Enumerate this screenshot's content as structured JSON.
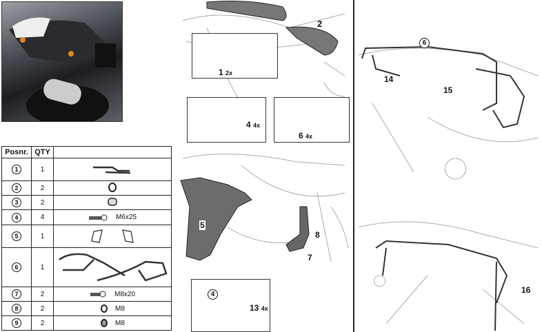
{
  "table": {
    "headers": [
      "Posnr.",
      "QTY",
      ""
    ],
    "rows": [
      {
        "pos": "1",
        "qty": "1",
        "spec": ""
      },
      {
        "pos": "2",
        "qty": "2",
        "spec": ""
      },
      {
        "pos": "3",
        "qty": "2",
        "spec": ""
      },
      {
        "pos": "4",
        "qty": "4",
        "spec": "M6x25"
      },
      {
        "pos": "5",
        "qty": "1",
        "spec": ""
      },
      {
        "pos": "6",
        "qty": "1",
        "spec": ""
      },
      {
        "pos": "7",
        "qty": "2",
        "spec": "M8x20"
      },
      {
        "pos": "8",
        "qty": "2",
        "spec": "M8"
      },
      {
        "pos": "9",
        "qty": "2",
        "spec": "M8"
      }
    ]
  },
  "steps": {
    "s1": "1",
    "s1q": "2x",
    "s2": "2",
    "s4": "4",
    "s4q": "4x",
    "s6": "6",
    "s6q": "4x",
    "s5": "5",
    "s8": "8",
    "s7": "7",
    "s4c": "4",
    "s13": "13",
    "s13q": "4x",
    "r6": "6",
    "r14": "14",
    "r15": "15",
    "r16": "16"
  }
}
